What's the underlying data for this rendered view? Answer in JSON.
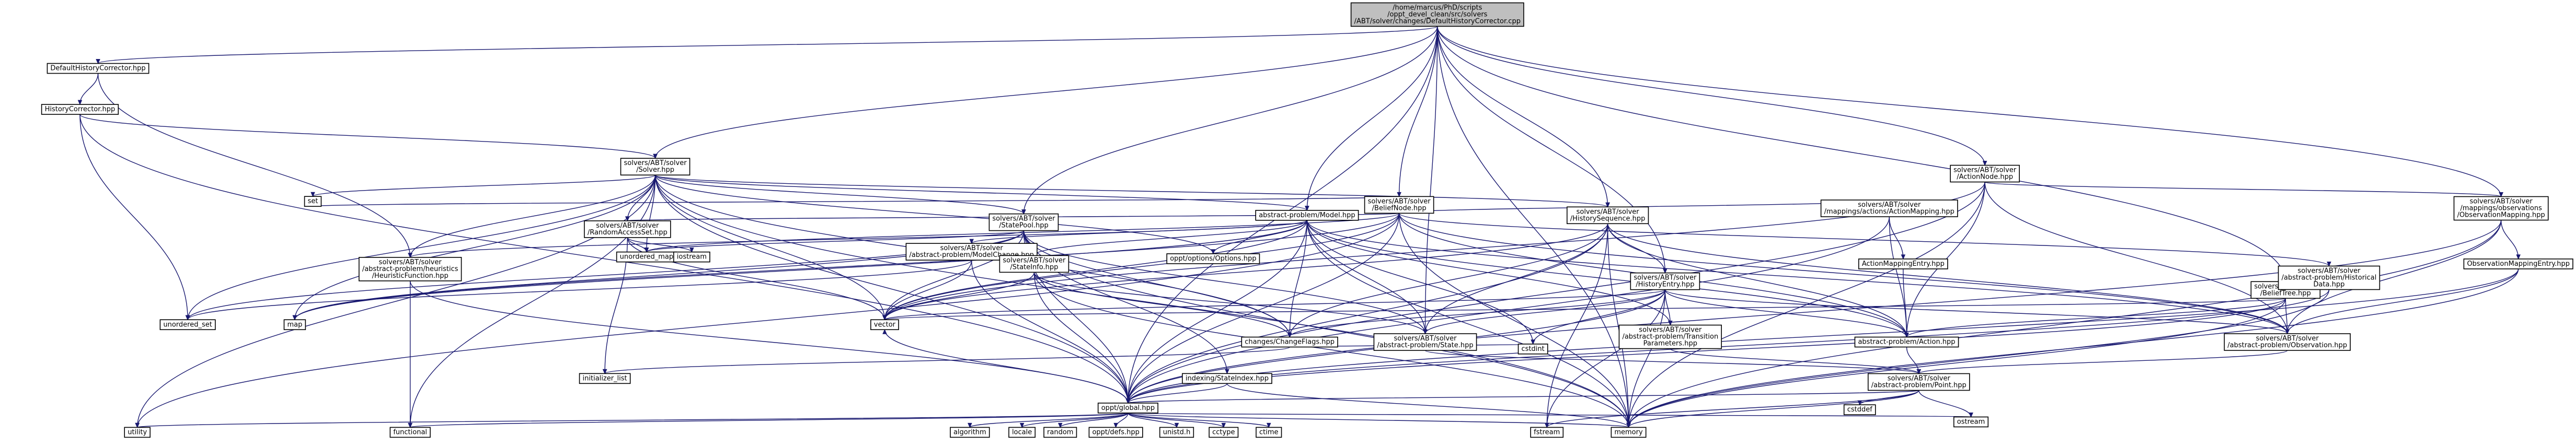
{
  "graph": {
    "colors": {
      "edge": "#191970",
      "node_fill": "#ffffff",
      "root_fill": "#bfbfbf",
      "linked_border": "#000000",
      "missing_border": "#bfbfbf",
      "external_border": "#ff0000",
      "external_text": "#ff0000",
      "text": "#000000"
    },
    "nodes": [
      {
        "id": "root",
        "lines": [
          "/home/marcus/PhD/scripts",
          "/oppt_devel_clean/src/solvers",
          "/ABT/solver/changes/DefaultHistoryCorrector.cpp"
        ],
        "style": "root"
      },
      {
        "id": "dhc",
        "lines": [
          "DefaultHistoryCorrector.hpp"
        ],
        "style": "linked"
      },
      {
        "id": "hc",
        "lines": [
          "HistoryCorrector.hpp"
        ],
        "style": "linked"
      },
      {
        "id": "solver",
        "lines": [
          "solvers/ABT/solver",
          "/Solver.hpp"
        ],
        "style": "linked"
      },
      {
        "id": "beliefnode",
        "lines": [
          "solvers/ABT/solver",
          "/BeliefNode.hpp"
        ],
        "style": "linked"
      },
      {
        "id": "actionnode",
        "lines": [
          "solvers/ABT/solver",
          "/ActionNode.hpp"
        ],
        "style": "linked"
      },
      {
        "id": "model",
        "lines": [
          "abstract-problem/Model.hpp"
        ],
        "style": "linked"
      },
      {
        "id": "histseq",
        "lines": [
          "solvers/ABT/solver",
          "/HistorySequence.hpp"
        ],
        "style": "linked"
      },
      {
        "id": "statepool",
        "lines": [
          "solvers/ABT/solver",
          "/StatePool.hpp"
        ],
        "style": "linked"
      },
      {
        "id": "randaccset",
        "lines": [
          "solvers/ABT/solver",
          "/RandomAccessSet.hpp"
        ],
        "style": "linked"
      },
      {
        "id": "actmapping",
        "lines": [
          "solvers/ABT/solver",
          "/mappings/actions/ActionMapping.hpp"
        ],
        "style": "linked"
      },
      {
        "id": "obsmapping",
        "lines": [
          "solvers/ABT/solver",
          "/mappings/observations",
          "/ObservationMapping.hpp"
        ],
        "style": "linked"
      },
      {
        "id": "heuristic",
        "lines": [
          "solvers/ABT/solver",
          "/abstract-problem/heuristics",
          "/HeuristicFunction.hpp"
        ],
        "style": "linked"
      },
      {
        "id": "modelchange",
        "lines": [
          "solvers/ABT/solver",
          "/abstract-problem/ModelChange.hpp"
        ],
        "style": "linked"
      },
      {
        "id": "stateinfo",
        "lines": [
          "solvers/ABT/solver",
          "/StateInfo.hpp"
        ],
        "style": "linked"
      },
      {
        "id": "histentry",
        "lines": [
          "solvers/ABT/solver",
          "/HistoryEntry.hpp"
        ],
        "style": "linked"
      },
      {
        "id": "belieftree",
        "lines": [
          "solvers/ABT/solver",
          "/BeliefTree.hpp"
        ],
        "style": "linked"
      },
      {
        "id": "histdata",
        "lines": [
          "solvers/ABT/solver",
          "/abstract-problem/Historical",
          "Data.hpp"
        ],
        "style": "linked"
      },
      {
        "id": "actmapentry",
        "lines": [
          "ActionMappingEntry.hpp"
        ],
        "style": "linked"
      },
      {
        "id": "obsmapentry",
        "lines": [
          "ObservationMappingEntry.hpp"
        ],
        "style": "linked"
      },
      {
        "id": "changeflags",
        "lines": [
          "changes/ChangeFlags.hpp"
        ],
        "style": "linked"
      },
      {
        "id": "state",
        "lines": [
          "solvers/ABT/solver",
          "/abstract-problem/State.hpp"
        ],
        "style": "linked"
      },
      {
        "id": "transparams",
        "lines": [
          "solvers/ABT/solver",
          "/abstract-problem/Transition",
          "Parameters.hpp"
        ],
        "style": "linked"
      },
      {
        "id": "action",
        "lines": [
          "abstract-problem/Action.hpp"
        ],
        "style": "linked"
      },
      {
        "id": "observation",
        "lines": [
          "solvers/ABT/solver",
          "/abstract-problem/Observation.hpp"
        ],
        "style": "linked"
      },
      {
        "id": "point",
        "lines": [
          "solvers/ABT/solver",
          "/abstract-problem/Point.hpp"
        ],
        "style": "external"
      },
      {
        "id": "indexing",
        "lines": [
          "indexing/StateIndex.hpp"
        ],
        "style": "linked"
      },
      {
        "id": "options",
        "lines": [
          "oppt/options/Options.hpp"
        ],
        "style": "external"
      },
      {
        "id": "global",
        "lines": [
          "oppt/global.hpp"
        ],
        "style": "linked"
      },
      {
        "id": "typedefs",
        "lines": [
          "oppt/defs.hpp"
        ],
        "style": "linked"
      },
      {
        "id": "set",
        "lines": [
          "set"
        ],
        "style": "missing"
      },
      {
        "id": "unordered_map",
        "lines": [
          "unordered_map"
        ],
        "style": "missing"
      },
      {
        "id": "iostream",
        "lines": [
          "iostream"
        ],
        "style": "missing"
      },
      {
        "id": "unordered_set",
        "lines": [
          "unordered_set"
        ],
        "style": "missing"
      },
      {
        "id": "map",
        "lines": [
          "map"
        ],
        "style": "missing"
      },
      {
        "id": "vector",
        "lines": [
          "vector"
        ],
        "style": "missing"
      },
      {
        "id": "initlist",
        "lines": [
          "initializer_list"
        ],
        "style": "missing"
      },
      {
        "id": "cstdint",
        "lines": [
          "cstdint"
        ],
        "style": "missing"
      },
      {
        "id": "cstddef",
        "lines": [
          "cstddef"
        ],
        "style": "missing"
      },
      {
        "id": "ostream",
        "lines": [
          "ostream"
        ],
        "style": "missing"
      },
      {
        "id": "utility",
        "lines": [
          "utility"
        ],
        "style": "missing"
      },
      {
        "id": "functional",
        "lines": [
          "functional"
        ],
        "style": "missing"
      },
      {
        "id": "algorithm",
        "lines": [
          "algorithm"
        ],
        "style": "missing"
      },
      {
        "id": "locale",
        "lines": [
          "locale"
        ],
        "style": "missing"
      },
      {
        "id": "random",
        "lines": [
          "random"
        ],
        "style": "missing"
      },
      {
        "id": "unistd",
        "lines": [
          "unistd.h"
        ],
        "style": "missing"
      },
      {
        "id": "cctype",
        "lines": [
          "cctype"
        ],
        "style": "missing"
      },
      {
        "id": "ctime",
        "lines": [
          "ctime"
        ],
        "style": "missing"
      },
      {
        "id": "fstream",
        "lines": [
          "fstream"
        ],
        "style": "missing"
      },
      {
        "id": "memory",
        "lines": [
          "memory"
        ],
        "style": "missing"
      }
    ],
    "edges": [
      [
        "root",
        "dhc"
      ],
      [
        "root",
        "solver"
      ],
      [
        "root",
        "beliefnode"
      ],
      [
        "root",
        "actionnode"
      ],
      [
        "root",
        "model"
      ],
      [
        "root",
        "histseq"
      ],
      [
        "root",
        "statepool"
      ],
      [
        "root",
        "histentry"
      ],
      [
        "root",
        "belieftree"
      ],
      [
        "root",
        "obsmapping"
      ],
      [
        "root",
        "state"
      ],
      [
        "root",
        "global"
      ],
      [
        "root",
        "memory"
      ],
      [
        "dhc",
        "hc"
      ],
      [
        "dhc",
        "heuristic"
      ],
      [
        "hc",
        "solver"
      ],
      [
        "hc",
        "unordered_set"
      ],
      [
        "hc",
        "global"
      ],
      [
        "solver",
        "set"
      ],
      [
        "solver",
        "unordered_map"
      ],
      [
        "solver",
        "unordered_set"
      ],
      [
        "solver",
        "map"
      ],
      [
        "solver",
        "utility"
      ],
      [
        "solver",
        "functional"
      ],
      [
        "solver",
        "model"
      ],
      [
        "solver",
        "randaccset"
      ],
      [
        "solver",
        "statepool"
      ],
      [
        "solver",
        "heuristic"
      ],
      [
        "solver",
        "changeflags"
      ],
      [
        "solver",
        "global"
      ],
      [
        "solver",
        "options"
      ],
      [
        "solver",
        "histseq"
      ],
      [
        "solver",
        "memory"
      ],
      [
        "solver",
        "vector"
      ],
      [
        "beliefnode",
        "set"
      ],
      [
        "beliefnode",
        "map"
      ],
      [
        "beliefnode",
        "unordered_map"
      ],
      [
        "beliefnode",
        "utility"
      ],
      [
        "beliefnode",
        "randaccset"
      ],
      [
        "beliefnode",
        "actmapping"
      ],
      [
        "beliefnode",
        "histdata"
      ],
      [
        "beliefnode",
        "observation"
      ],
      [
        "beliefnode",
        "action"
      ],
      [
        "beliefnode",
        "global"
      ],
      [
        "beliefnode",
        "memory"
      ],
      [
        "beliefnode",
        "vector"
      ],
      [
        "actionnode",
        "obsmapping"
      ],
      [
        "actionnode",
        "action"
      ],
      [
        "actionnode",
        "observation"
      ],
      [
        "actionnode",
        "global"
      ],
      [
        "actionnode",
        "memory"
      ],
      [
        "actionnode",
        "vector"
      ],
      [
        "model",
        "modelchange"
      ],
      [
        "model",
        "stateinfo"
      ],
      [
        "model",
        "options"
      ],
      [
        "model",
        "heuristic"
      ],
      [
        "model",
        "state"
      ],
      [
        "model",
        "action"
      ],
      [
        "model",
        "observation"
      ],
      [
        "model",
        "transparams"
      ],
      [
        "model",
        "changeflags"
      ],
      [
        "model",
        "global"
      ],
      [
        "model",
        "vector"
      ],
      [
        "model",
        "memory"
      ],
      [
        "model",
        "map"
      ],
      [
        "model",
        "cstdint"
      ],
      [
        "histseq",
        "histentry"
      ],
      [
        "histseq",
        "action"
      ],
      [
        "histseq",
        "observation"
      ],
      [
        "histseq",
        "state"
      ],
      [
        "histseq",
        "changeflags"
      ],
      [
        "histseq",
        "global"
      ],
      [
        "histseq",
        "vector"
      ],
      [
        "histseq",
        "memory"
      ],
      [
        "histseq",
        "fstream"
      ],
      [
        "statepool",
        "stateinfo"
      ],
      [
        "statepool",
        "indexing"
      ],
      [
        "statepool",
        "state"
      ],
      [
        "statepool",
        "changeflags"
      ],
      [
        "statepool",
        "unordered_map"
      ],
      [
        "statepool",
        "unordered_set"
      ],
      [
        "statepool",
        "map"
      ],
      [
        "statepool",
        "global"
      ],
      [
        "statepool",
        "memory"
      ],
      [
        "statepool",
        "vector"
      ],
      [
        "randaccset",
        "unordered_map"
      ],
      [
        "randaccset",
        "initlist"
      ],
      [
        "randaccset",
        "iostream"
      ],
      [
        "randaccset",
        "vector"
      ],
      [
        "actmapping",
        "actmapentry"
      ],
      [
        "actmapping",
        "action"
      ],
      [
        "actmapping",
        "global"
      ],
      [
        "obsmapping",
        "obsmapentry"
      ],
      [
        "obsmapping",
        "observation"
      ],
      [
        "obsmapping",
        "memory"
      ],
      [
        "obsmapping",
        "global"
      ],
      [
        "obsmapentry",
        "observation"
      ],
      [
        "obsmapentry",
        "memory"
      ],
      [
        "obsmapentry",
        "global"
      ],
      [
        "actmapentry",
        "action"
      ],
      [
        "heuristic",
        "functional"
      ],
      [
        "heuristic",
        "global"
      ],
      [
        "modelchange",
        "global"
      ],
      [
        "modelchange",
        "vector"
      ],
      [
        "modelchange",
        "unordered_set"
      ],
      [
        "stateinfo",
        "state"
      ],
      [
        "stateinfo",
        "changeflags"
      ],
      [
        "stateinfo",
        "global"
      ],
      [
        "stateinfo",
        "memory"
      ],
      [
        "stateinfo",
        "vector"
      ],
      [
        "histentry",
        "action"
      ],
      [
        "histentry",
        "observation"
      ],
      [
        "histentry",
        "state"
      ],
      [
        "histentry",
        "transparams"
      ],
      [
        "histentry",
        "changeflags"
      ],
      [
        "histentry",
        "global"
      ],
      [
        "histentry",
        "cstdint"
      ],
      [
        "histentry",
        "fstream"
      ],
      [
        "histentry",
        "memory"
      ],
      [
        "histentry",
        "vector"
      ],
      [
        "belieftree",
        "action"
      ],
      [
        "belieftree",
        "observation"
      ],
      [
        "belieftree",
        "memory"
      ],
      [
        "belieftree",
        "vector"
      ],
      [
        "belieftree",
        "global"
      ],
      [
        "histdata",
        "global"
      ],
      [
        "histdata",
        "memory"
      ],
      [
        "changeflags",
        "cstdint"
      ],
      [
        "changeflags",
        "initlist"
      ],
      [
        "state",
        "point"
      ],
      [
        "transparams",
        "point"
      ],
      [
        "action",
        "point"
      ],
      [
        "observation",
        "point"
      ],
      [
        "point",
        "global"
      ],
      [
        "point",
        "cstddef"
      ],
      [
        "point",
        "fstream"
      ],
      [
        "point",
        "memory"
      ],
      [
        "point",
        "ostream"
      ],
      [
        "indexing",
        "global"
      ],
      [
        "indexing",
        "memory"
      ],
      [
        "global",
        "typedefs"
      ],
      [
        "global",
        "algorithm"
      ],
      [
        "global",
        "locale"
      ],
      [
        "global",
        "random"
      ],
      [
        "global",
        "unistd"
      ],
      [
        "global",
        "cctype"
      ],
      [
        "global",
        "ctime"
      ],
      [
        "global",
        "ostream"
      ],
      [
        "global",
        "memory"
      ],
      [
        "global",
        "utility"
      ],
      [
        "global",
        "functional"
      ],
      [
        "global",
        "vector"
      ]
    ]
  }
}
